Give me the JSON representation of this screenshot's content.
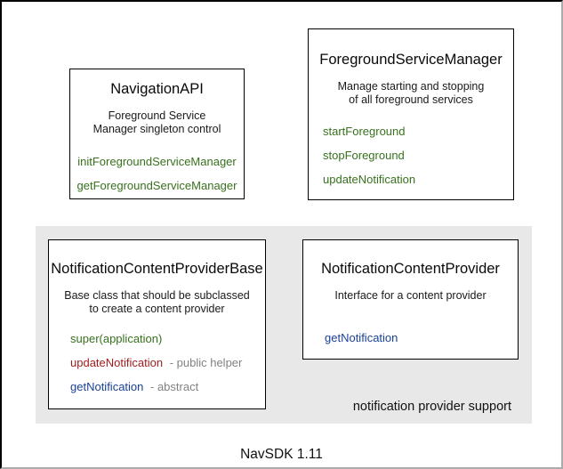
{
  "palette": {
    "method_green": "#37711d",
    "method_red": "#9e1b1b",
    "method_blue": "#1a4096",
    "suffix_gray": "#828282",
    "group_background": "#e8e8e8",
    "box_border": "#000000"
  },
  "boxes": {
    "navigation_api": {
      "title": "NavigationAPI",
      "description": [
        "Foreground Service",
        "Manager singleton control"
      ],
      "methods": [
        {
          "label": "initForegroundServiceManager",
          "color": "green"
        },
        {
          "label": "getForegroundServiceManager",
          "color": "green"
        }
      ]
    },
    "foreground_service_manager": {
      "title": "ForegroundServiceManager",
      "description": [
        "Manage starting and stopping",
        "of all foreground services"
      ],
      "methods": [
        {
          "label": "startForeground",
          "color": "green"
        },
        {
          "label": "stopForeground",
          "color": "green"
        },
        {
          "label": "updateNotification",
          "color": "green"
        }
      ]
    },
    "notification_content_provider_base": {
      "title": "NotificationContentProviderBase",
      "description": [
        "Base class that should be subclassed",
        "to create a content provider"
      ],
      "methods": [
        {
          "label": "super(application)",
          "color": "green",
          "suffix": ""
        },
        {
          "label": "updateNotification",
          "color": "red",
          "suffix": "- public helper"
        },
        {
          "label": "getNotification",
          "color": "blue",
          "suffix": "- abstract"
        }
      ]
    },
    "notification_content_provider": {
      "title": "NotificationContentProvider",
      "description": [
        "Interface for a content provider"
      ],
      "methods": [
        {
          "label": "getNotification",
          "color": "blue"
        }
      ]
    }
  },
  "group_caption": "notification provider support",
  "footer": "NavSDK 1.11"
}
